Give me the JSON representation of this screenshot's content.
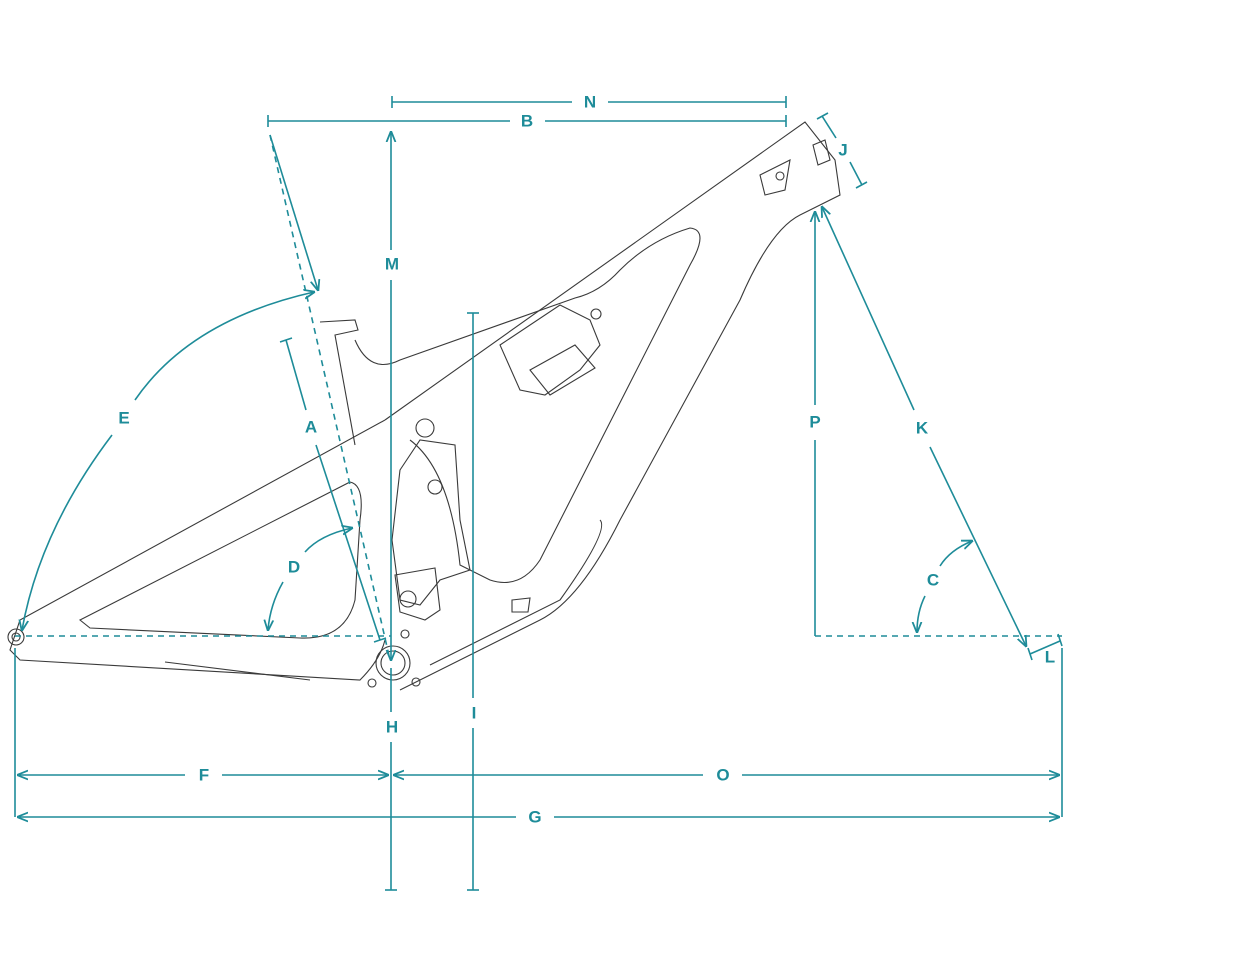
{
  "diagram": {
    "accent_color": "#1e8c99",
    "labels": {
      "A": "A",
      "B": "B",
      "C": "C",
      "D": "D",
      "E": "E",
      "F": "F",
      "G": "G",
      "H": "H",
      "I": "I",
      "J": "J",
      "K": "K",
      "L": "L",
      "M": "M",
      "N": "N",
      "O": "O",
      "P": "P"
    }
  }
}
